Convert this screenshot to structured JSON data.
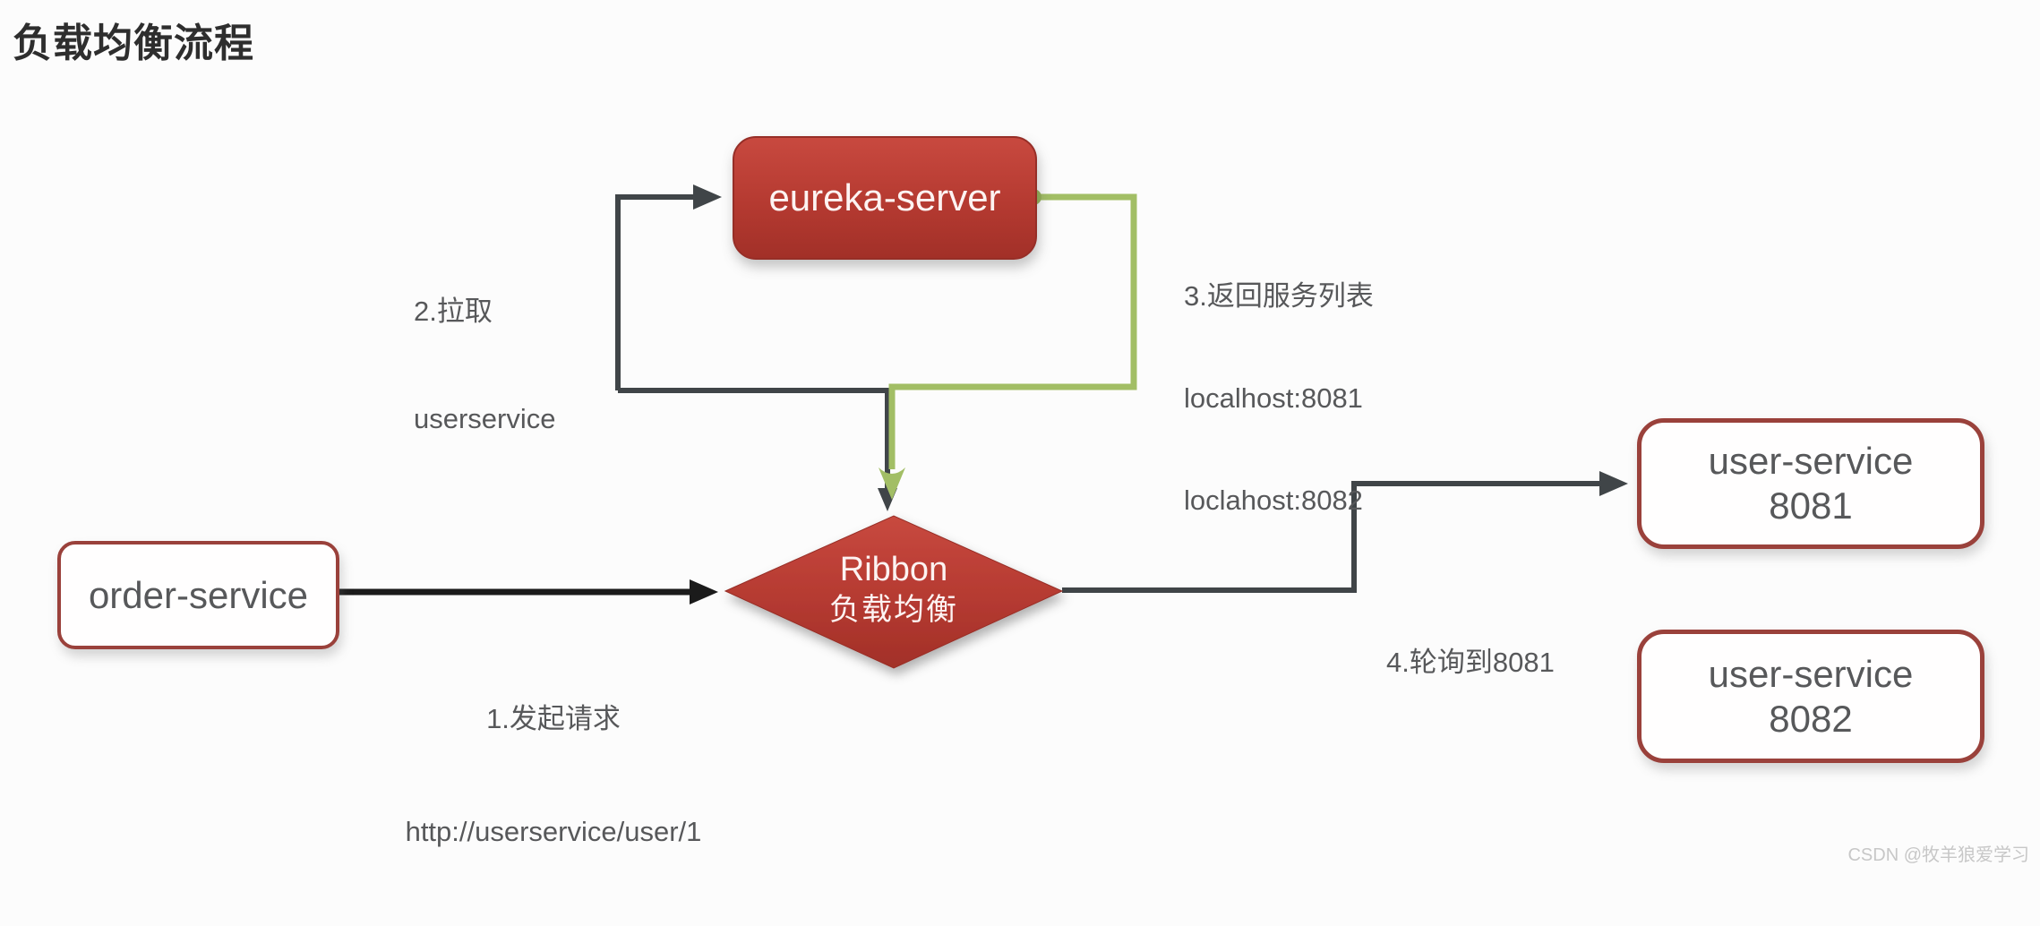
{
  "title": "负载均衡流程",
  "nodes": {
    "eureka": {
      "label": "eureka-server"
    },
    "order": {
      "label": "order-service"
    },
    "ribbon": {
      "line1": "Ribbon",
      "line2": "负载均衡"
    },
    "user8081": {
      "line1": "user-service",
      "line2": "8081"
    },
    "user8082": {
      "line1": "user-service",
      "line2": "8082"
    }
  },
  "labels": {
    "step1": {
      "line1": "1.发起请求",
      "line2": "http://userservice/user/1"
    },
    "step2": {
      "line1": "2.拉取",
      "line2": "userservice"
    },
    "step3": {
      "line1": "3.返回服务列表",
      "line2": "localhost:8081",
      "line3": "loclahost:8082"
    },
    "step4": "4.轮询到8081"
  },
  "watermark": "CSDN @牧羊狼爱学习",
  "colors": {
    "bg": "#fcfcfc",
    "title": "#2e2e2e",
    "red_top": "#c8493f",
    "red_mid": "#b53a31",
    "red_bottom": "#a23028",
    "red_border": "#962e27",
    "box_border": "#9a413b",
    "gray_text": "#57585a",
    "dark_line": "#404548",
    "black_line": "#1b1b1b",
    "green_line": "#a2be65",
    "green_dot": "#93b154",
    "watermark": "#c7c7c7"
  }
}
